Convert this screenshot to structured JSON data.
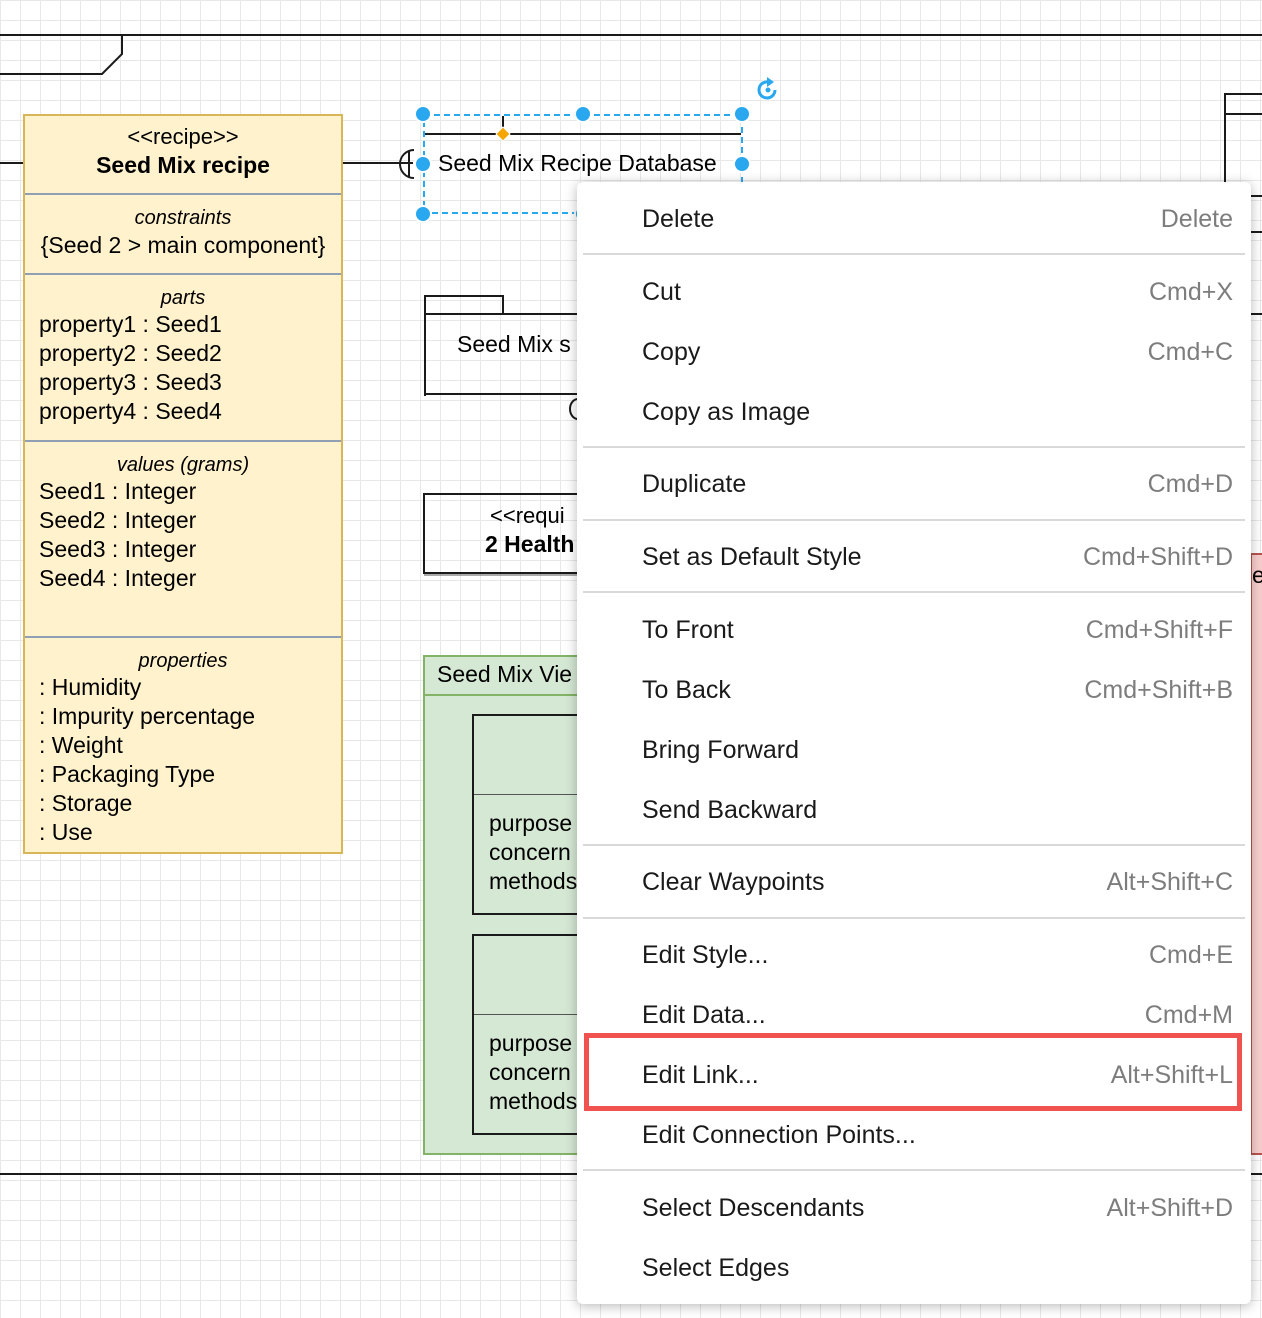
{
  "recipe_block": {
    "stereotype": "<<recipe>>",
    "name": "Seed Mix recipe",
    "constraints_title": "constraints",
    "constraints_value": "{Seed 2 > main component}",
    "parts_title": "parts",
    "parts": [
      "property1 : Seed1",
      "property2 : Seed2",
      "property3 : Seed3",
      "property4 : Seed4"
    ],
    "values_title": "values (grams)",
    "values": [
      "Seed1 : Integer",
      "Seed2 : Integer",
      "Seed3 : Integer",
      "Seed4 : Integer"
    ],
    "properties_title": "properties",
    "properties": [
      ": Humidity",
      ": Impurity percentage",
      ": Weight",
      ": Packaging Type",
      ": Storage",
      ": Use"
    ]
  },
  "selected_shape": {
    "label": "Seed Mix Recipe Database"
  },
  "partial_shapes": {
    "seed_mix_s": "Seed Mix s",
    "req_stereotype": "<<requi",
    "req_name": "2 Health",
    "view_title": "Seed Mix Vie",
    "block1_lines": [
      "purpose",
      "concern",
      "methods"
    ],
    "block2_lines": [
      "purpose",
      "concern",
      "methods"
    ],
    "right_edge_letter": "e"
  },
  "context_menu": {
    "items": [
      {
        "label": "Delete",
        "shortcut": "Delete"
      },
      {
        "label": "Cut",
        "shortcut": "Cmd+X"
      },
      {
        "label": "Copy",
        "shortcut": "Cmd+C"
      },
      {
        "label": "Copy as Image",
        "shortcut": ""
      },
      {
        "label": "Duplicate",
        "shortcut": "Cmd+D"
      },
      {
        "label": "Set as Default Style",
        "shortcut": "Cmd+Shift+D"
      },
      {
        "label": "To Front",
        "shortcut": "Cmd+Shift+F"
      },
      {
        "label": "To Back",
        "shortcut": "Cmd+Shift+B"
      },
      {
        "label": "Bring Forward",
        "shortcut": ""
      },
      {
        "label": "Send Backward",
        "shortcut": ""
      },
      {
        "label": "Clear Waypoints",
        "shortcut": "Alt+Shift+C"
      },
      {
        "label": "Edit Style...",
        "shortcut": "Cmd+E"
      },
      {
        "label": "Edit Data...",
        "shortcut": "Cmd+M"
      },
      {
        "label": "Edit Link...",
        "shortcut": "Alt+Shift+L"
      },
      {
        "label": "Edit Connection Points...",
        "shortcut": ""
      },
      {
        "label": "Select Descendants",
        "shortcut": "Alt+Shift+D"
      },
      {
        "label": "Select Edges",
        "shortcut": ""
      }
    ],
    "highlighted_item": "Edit Link...",
    "highlight_color": "#f0524f"
  },
  "colors": {
    "recipe_fill": "#fff2cc",
    "recipe_stroke": "#d6b656",
    "view_fill": "#d5e8d4",
    "view_stroke": "#82b366",
    "selection": "#29a8f0",
    "right_shape_fill": "#f8cecc"
  }
}
